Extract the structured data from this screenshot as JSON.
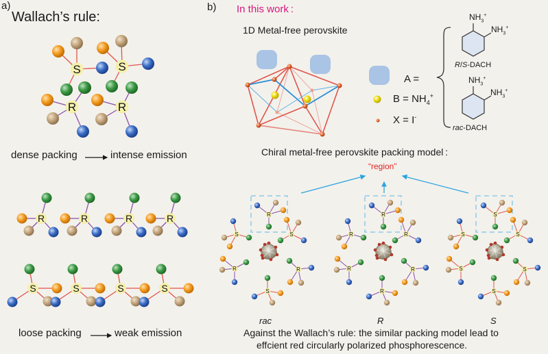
{
  "panel_a": {
    "label": "a)",
    "title": "Wallach’s rule:",
    "dense_left": "dense packing",
    "dense_right": "intense emission",
    "loose_left": "loose packing",
    "loose_right": "weak emission",
    "atom_R": "R",
    "atom_S": "S"
  },
  "panel_b": {
    "label": "b)",
    "in_this_work": "In this work :",
    "perovskite_title": "1D Metal-free perovskite",
    "legend": {
      "A": "A =",
      "B": "B = NH",
      "B_sub": "4",
      "B_sup": "+",
      "X": "X =  I",
      "X_sup": "-"
    },
    "molecules": {
      "nh3": "NH",
      "nh3_sub": "3",
      "nh3_sup": "+",
      "rs_label_R": "R",
      "rs_label_sep": "/",
      "rs_label_S": "S",
      "rs_label_suffix": "-DACH",
      "rac_label_prefix": "rac",
      "rac_label_suffix": "-DACH"
    },
    "packing_title": "Chiral metal-free perovskite packing model :",
    "region_label": "“region”",
    "model_labels": [
      "rac",
      "R",
      "S"
    ],
    "conclusion_line1": "Against the Wallach’s rule: the similar packing model lead to",
    "conclusion_line2": "effcient red circularly polarized phosphorescence."
  },
  "colors": {
    "background": "#f3f1ec",
    "highlight_magenta": "#d6187f",
    "region_red": "#e02020",
    "arrow_blue": "#2aa4e0",
    "orange_atom": "#f39a1e",
    "tan_atom": "#c4a57c",
    "green_atom": "#3c9a45",
    "blue_atom": "#3a6cc6",
    "bond_red": "#e0554a",
    "bond_purple": "#8a4fa8",
    "A_cation_blue": "#a9c4e4",
    "B_cation_yellow": "#f2e21a"
  }
}
